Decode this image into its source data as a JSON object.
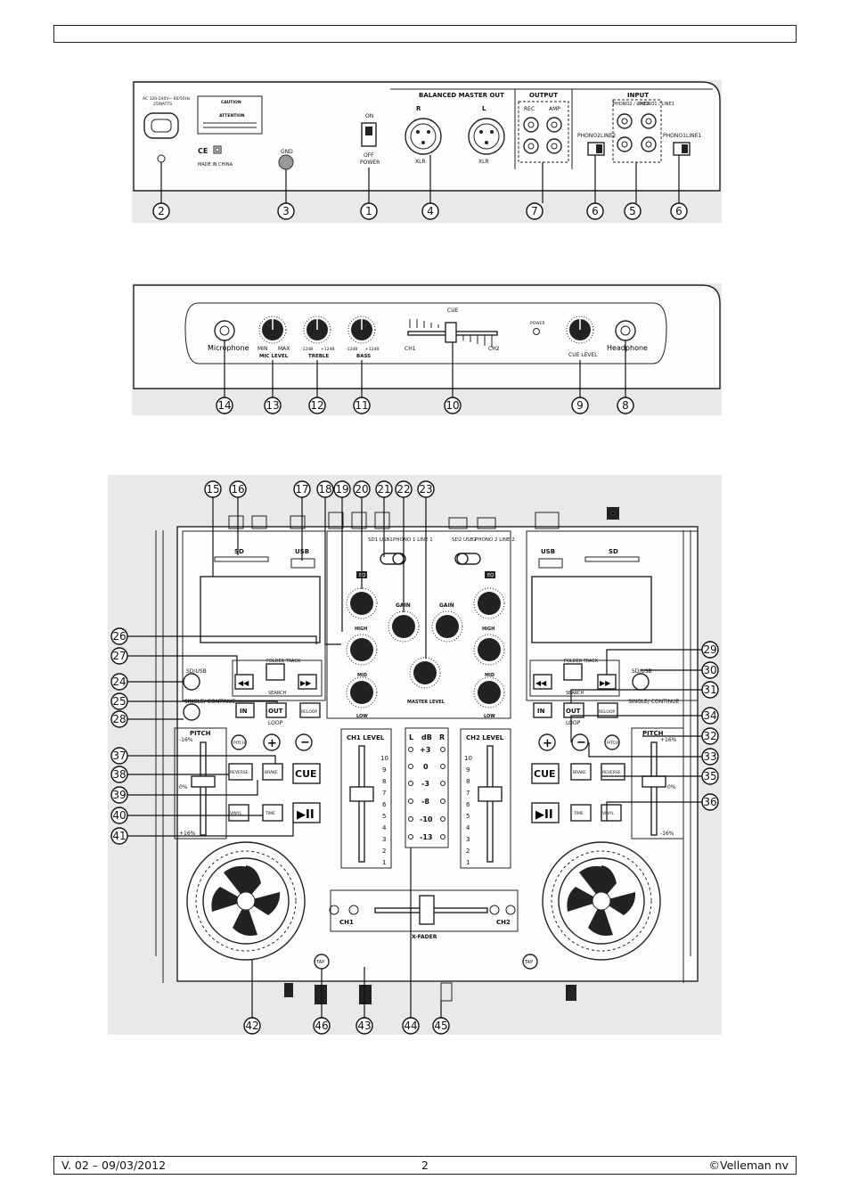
{
  "footer": {
    "version": "V. 02 – 09/03/2012",
    "page": "2",
    "copyright": "©Velleman nv"
  },
  "figure_rear": {
    "labels": {
      "balanced_master_out": "BALANCED MASTER OUT",
      "output": "OUTPUT",
      "input": "INPUT",
      "rec": "REC",
      "amp": "AMP",
      "xlr_r": "XLR",
      "xlr_l": "XLR",
      "r": "R",
      "l": "L",
      "phono2_line2": "PHONO2 / LINE2",
      "phono1_line1": "PHONO1 / LINE1",
      "phono2": "PHONO2",
      "line2": "LINE2",
      "phono1": "PHONO1",
      "line1": "LINE1",
      "gnd": "GND",
      "on": "ON",
      "off": "OFF",
      "power": "POWER",
      "made_in_china": "MADE IN CHINA",
      "ce": "CE",
      "caution": "CAUTION",
      "attention": "ATTENTION",
      "ac_rating": "AC 120-240V~ 60/50Hz",
      "watts": "25WATTS"
    },
    "callouts": [
      "2",
      "3",
      "1",
      "4",
      "7",
      "6",
      "5",
      "6"
    ]
  },
  "figure_front": {
    "labels": {
      "microphone": "Microphone",
      "headphone": "Headphone",
      "mic_level": "MIC LEVEL",
      "treble": "TREBLE",
      "bass": "BASS",
      "cue": "CUE",
      "cue_level": "CUE LEVEL",
      "power": "POWER",
      "ch1": "CH1",
      "ch2": "CH2",
      "min": "MIN",
      "max": "MAX",
      "minus12": "-12dB",
      "plus12": "+12dB"
    },
    "callouts": [
      "14",
      "13",
      "12",
      "11",
      "10",
      "9",
      "8"
    ]
  },
  "figure_top": {
    "labels": {
      "sd": "SD",
      "usb": "USB",
      "sd1_usb1": "SD1 USB1",
      "phono1_line1": "PHONO 1 LINE 1",
      "sd2_usb2": "SD2 USB2",
      "phono2_line2": "PHONO 2 LINE 2",
      "eq": "EQ",
      "gain": "GAIN",
      "high": "HIGH",
      "mid": "MID",
      "low": "LOW",
      "master_level": "MASTER LEVEL",
      "ch1_level": "CH1 LEVEL",
      "ch2_level": "CH2 LEVEL",
      "sd_usb": "SD/USB",
      "single_continue": "SINGLE/ CONTINUE",
      "folder_track": "FOLDER TRACK",
      "search": "SEARCH",
      "in": "IN",
      "out": "OUT",
      "reloop": "RELOOP",
      "loop": "LOOP",
      "pitch": "PITCH",
      "pitch_plus": "+16%",
      "pitch_zero": "0%",
      "pitch_minus": "-16%",
      "reverse": "REVERSE",
      "brake": "BRAKE",
      "cue": "CUE",
      "vinyl": "VINYL",
      "time": "TIME",
      "play_pause": "▶II",
      "tap": "TAP",
      "x_fader": "X-FADER",
      "ch1": "CH1",
      "ch2": "CH2",
      "db": "dB",
      "l": "L",
      "r": "R"
    },
    "fader_scale": [
      "10",
      "9",
      "8",
      "7",
      "6",
      "5",
      "4",
      "3",
      "2",
      "1"
    ],
    "vu_scale": [
      "+3",
      "0",
      "-3",
      "-8",
      "-10",
      "-13"
    ],
    "callouts": [
      "15",
      "16",
      "17",
      "18",
      "19",
      "20",
      "21",
      "22",
      "23",
      "26",
      "27",
      "24",
      "25",
      "28",
      "37",
      "38",
      "39",
      "40",
      "41",
      "29",
      "30",
      "31",
      "34",
      "32",
      "33",
      "35",
      "36",
      "42",
      "46",
      "43",
      "44",
      "45"
    ]
  }
}
